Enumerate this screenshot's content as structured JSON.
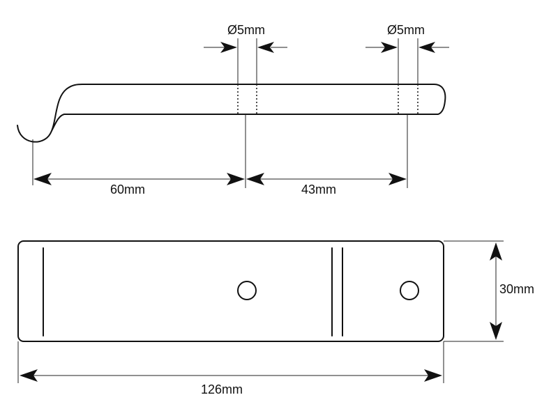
{
  "side_view": {
    "hole_left_label": "Ø5mm",
    "hole_right_label": "Ø5mm",
    "dim_hook_to_hole_label": "60mm",
    "dim_hole_to_hole_label": "43mm"
  },
  "top_view": {
    "width_label": "30mm",
    "length_label": "126mm"
  },
  "colors": {
    "line": "#111111",
    "background": "#ffffff"
  }
}
